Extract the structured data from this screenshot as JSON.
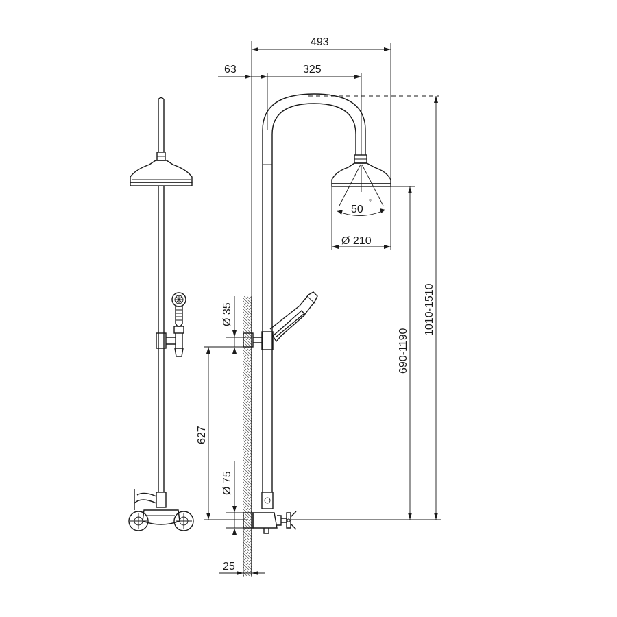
{
  "dimensions": {
    "total_width": "493",
    "wall_offset": "63",
    "arm_reach": "325",
    "head_diameter": "Ø 210",
    "spray_angle": "50",
    "spray_angle_unit": "°",
    "pipe_diameter": "Ø 35",
    "flange_diameter": "Ø 75",
    "bracket_height": "627",
    "head_height": "690-1190",
    "total_height": "1010-1510",
    "wall_depth": "25"
  },
  "colors": {
    "line": "#1a1a1a",
    "background": "#ffffff"
  }
}
